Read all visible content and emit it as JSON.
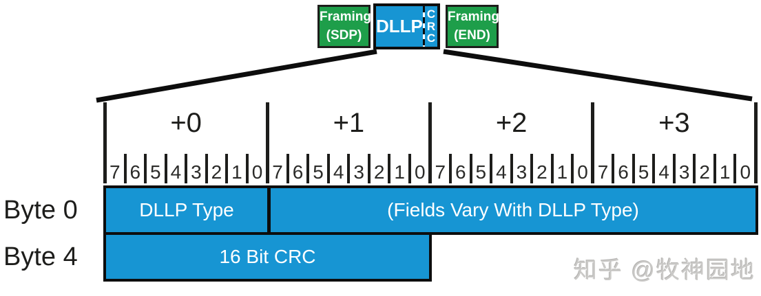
{
  "header": {
    "framing_start": {
      "line1": "Framing",
      "line2": "(SDP)"
    },
    "dllp_label": "DLLP",
    "crc_vertical": "CRC",
    "framing_end": {
      "line1": "Framing",
      "line2": "(END)"
    }
  },
  "ruler": {
    "columns": [
      {
        "label": "+0"
      },
      {
        "label": "+1"
      },
      {
        "label": "+2"
      },
      {
        "label": "+3"
      }
    ],
    "bits": [
      "7",
      "6",
      "5",
      "4",
      "3",
      "2",
      "1",
      "0"
    ]
  },
  "rows": [
    {
      "label": "Byte 0",
      "cells": [
        {
          "text": "DLLP Type",
          "byte_span": 1
        },
        {
          "text": "(Fields Vary With DLLP Type)",
          "byte_span": 3
        }
      ]
    },
    {
      "label": "Byte 4",
      "cells": [
        {
          "text": "16 Bit CRC",
          "byte_span": 2
        }
      ]
    }
  ],
  "watermark": "知乎 @牧神园地",
  "colors": {
    "blue": "#1795d3",
    "green": "#1e9e4a",
    "line": "#0d0d0d"
  }
}
